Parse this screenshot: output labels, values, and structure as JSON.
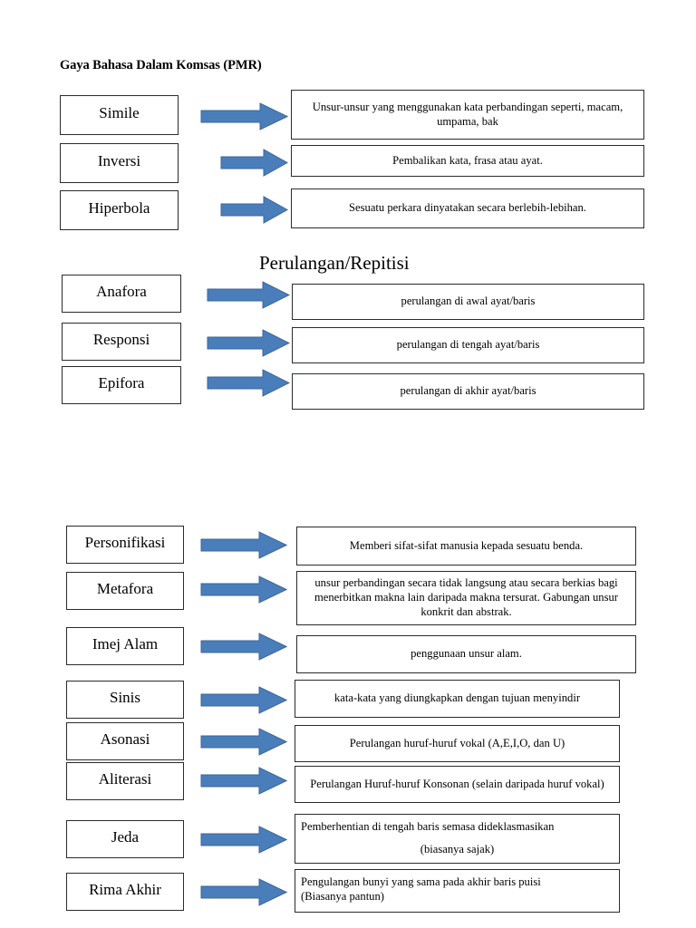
{
  "document": {
    "title": "Gaya Bahasa Dalam Komsas (PMR)",
    "section_heading": "Perulangan/Repitisi"
  },
  "colors": {
    "arrow_fill": "#4a7ebb",
    "arrow_stroke": "#3c6698",
    "box_border": "#2b2b2b",
    "text": "#000000",
    "background": "#ffffff"
  },
  "groups": [
    {
      "id": "group-1",
      "rows": [
        {
          "term": "Simile",
          "description": "Unsur-unsur yang menggunakan kata perbandingan seperti, macam, umpama, bak",
          "arrow": "right-arrow"
        },
        {
          "term": "Inversi",
          "description": "Pembalikan kata, frasa atau ayat.",
          "arrow": "right-arrow"
        },
        {
          "term": "Hiperbola",
          "description": "Sesuatu perkara dinyatakan secara berlebih-lebihan.",
          "arrow": "right-arrow"
        }
      ]
    },
    {
      "id": "group-2",
      "heading": "Perulangan/Repitisi",
      "rows": [
        {
          "term": "Anafora",
          "description": "perulangan di awal ayat/baris",
          "arrow": "right-arrow"
        },
        {
          "term": "Responsi",
          "description": "perulangan di tengah ayat/baris",
          "arrow": "right-arrow"
        },
        {
          "term": "Epifora",
          "description": "perulangan di akhir ayat/baris",
          "arrow": "right-arrow"
        }
      ]
    },
    {
      "id": "group-3",
      "rows": [
        {
          "term": "Personifikasi",
          "description": "Memberi sifat-sifat manusia kepada sesuatu benda.",
          "arrow": "right-arrow"
        },
        {
          "term": "Metafora",
          "description": "unsur perbandingan secara tidak langsung atau secara berkias bagi menerbitkan makna lain daripada makna tersurat. Gabungan unsur konkrit dan abstrak.",
          "arrow": "right-arrow"
        },
        {
          "term": "Imej Alam",
          "description": "penggunaan unsur alam.",
          "arrow": "right-arrow"
        },
        {
          "term": "Sinis",
          "description": "kata-kata yang diungkapkan dengan tujuan menyindir",
          "arrow": "right-arrow"
        },
        {
          "term": "Asonasi",
          "description": "Perulangan huruf-huruf  vokal (A,E,I,O, dan U)",
          "arrow": "right-arrow"
        },
        {
          "term": "Aliterasi",
          "description": "Perulangan Huruf-huruf Konsonan (selain daripada huruf vokal)",
          "arrow": "right-arrow"
        },
        {
          "term": "Jeda",
          "description": "Pemberhentian di tengah baris semasa dideklasmasikan",
          "description_line2": "(biasanya sajak)",
          "arrow": "right-arrow"
        },
        {
          "term": "Rima Akhir",
          "description": "Pengulangan bunyi yang sama pada akhir baris puisi",
          "description_line2": "(Biasanya pantun)",
          "arrow": "right-arrow"
        }
      ]
    }
  ]
}
